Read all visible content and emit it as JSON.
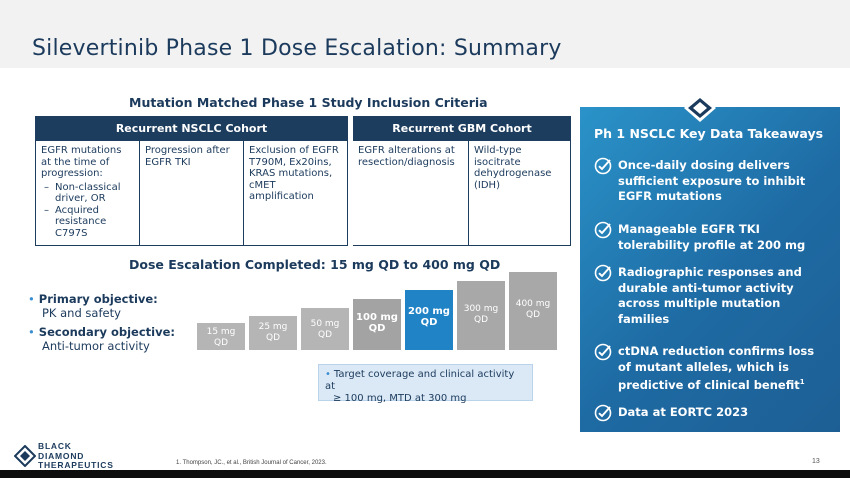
{
  "slide": {
    "title": "Silevertinib Phase 1 Dose Escalation: Summary",
    "page_number": "13",
    "footnote": "1. Thompson, JC., et al., British Journal of Cancer, 2023."
  },
  "criteria": {
    "heading": "Mutation Matched Phase 1 Study Inclusion Criteria",
    "nsclc": {
      "header": "Recurrent NSCLC Cohort",
      "col1_intro": "EGFR mutations at the time of progression:",
      "col1_items": [
        "Non-classical driver, OR",
        "Acquired resistance C797S"
      ],
      "col2": "Progression after EGFR TKI",
      "col3": "Exclusion of EGFR T790M, Ex20ins, KRAS mutations, cMET amplification"
    },
    "gbm": {
      "header": "Recurrent GBM Cohort",
      "col1": "EGFR alterations at resection/diagnosis",
      "col2": "Wild-type isocitrate dehydrogenase (IDH)"
    }
  },
  "escalation": {
    "heading": "Dose Escalation Completed: 15 mg QD to 400 mg QD",
    "primary_label": "Primary objective:",
    "primary_value": "PK and safety",
    "secondary_label": "Secondary objective:",
    "secondary_value": "Anti-tumor activity",
    "doses": [
      {
        "dose": "15 mg",
        "freq": "QD"
      },
      {
        "dose": "25 mg",
        "freq": "QD"
      },
      {
        "dose": "50 mg",
        "freq": "QD"
      },
      {
        "dose": "100 mg",
        "freq": "QD"
      },
      {
        "dose": "200 mg",
        "freq": "QD"
      },
      {
        "dose": "300 mg",
        "freq": "QD"
      },
      {
        "dose": "400 mg",
        "freq": "QD"
      }
    ],
    "note_line1": "Target coverage and clinical activity at",
    "note_line2": "≥ 100 mg, MTD at 300 mg"
  },
  "takeaways": {
    "title": "Ph 1 NSCLC Key Data Takeaways",
    "items": [
      "Once-daily dosing delivers sufficient exposure to inhibit EGFR mutations",
      "Manageable EGFR TKI tolerability profile at 200 mg",
      "Radiographic responses and durable anti-tumor activity across multiple mutation families",
      "ctDNA reduction confirms loss of mutant alleles, which is predictive of clinical benefit",
      "Data at EORTC 2023"
    ],
    "superscript": "1"
  },
  "logo": {
    "line1": "BLACK",
    "line2": "DIAMOND",
    "line3": "THERAPEUTICS"
  },
  "colors": {
    "navy": "#1d3d5e",
    "accent_blue": "#1f83c6",
    "bar_gray": "#b5b5b5",
    "panel_blue": "#2177ad"
  }
}
